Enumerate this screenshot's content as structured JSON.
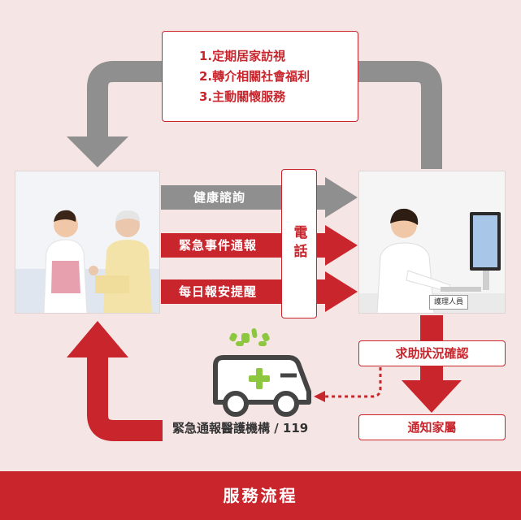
{
  "services": {
    "items": [
      "1.定期居家訪視",
      "2.轉介相關社會福利",
      "3.主動關懷服務"
    ]
  },
  "arrows": {
    "consult": "健康諮詢",
    "emergency_report": "緊急事件通報",
    "daily_reminder": "每日報安提醒"
  },
  "phone_label": "電話",
  "staff_badge": "護理人員",
  "confirm_label": "求助狀況確認",
  "notify_label": "通知家屬",
  "emergency_org_label": "緊急通報醫護機構 / 119",
  "footer_title": "服務流程",
  "colors": {
    "background": "#f6e5e5",
    "red": "#c9252c",
    "gray": "#8f8f8f",
    "ambulance_outline": "#444444",
    "cross_green": "#8dc63f"
  },
  "icons": [
    "ambulance-icon",
    "medical-cross-icon"
  ]
}
